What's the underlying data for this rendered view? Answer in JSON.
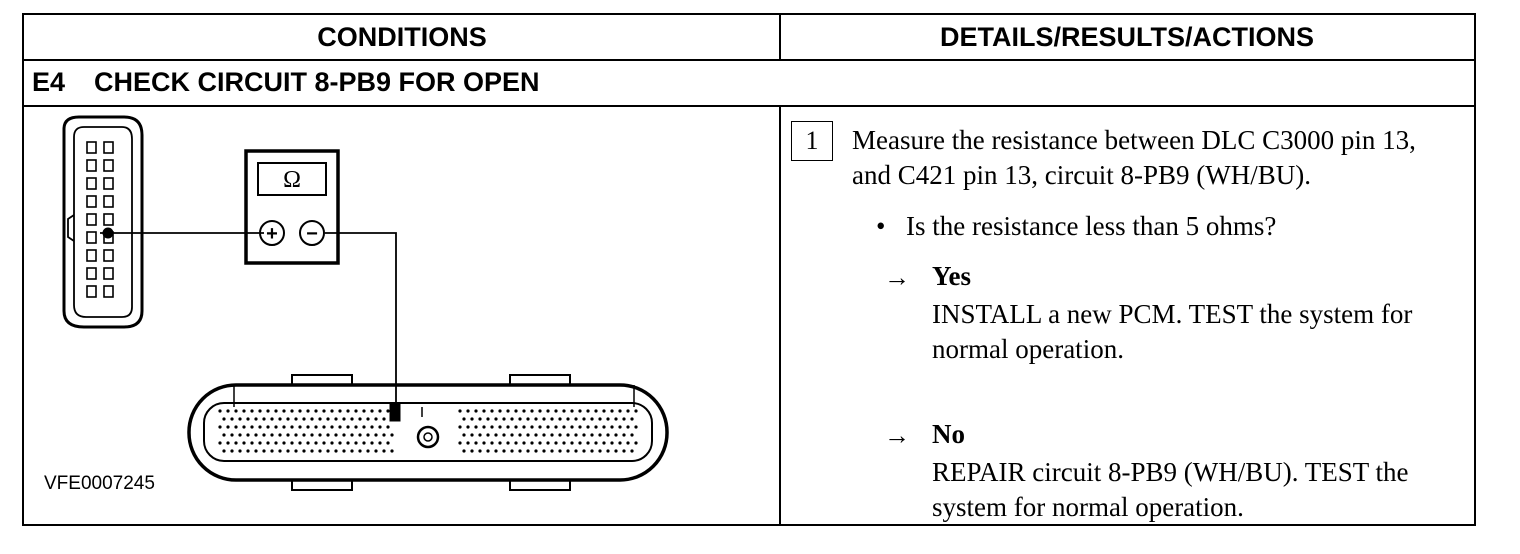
{
  "table": {
    "headers": {
      "conditions": "CONDITIONS",
      "details": "DETAILS/RESULTS/ACTIONS"
    },
    "step": {
      "code": "E4",
      "title": "CHECK CIRCUIT 8-PB9 FOR OPEN"
    }
  },
  "diagram": {
    "meter_symbol": "Ω",
    "plus_symbol": "+",
    "minus_symbol": "−",
    "figure_id": "VFE0007245",
    "icons": [
      "dlc-connector-icon",
      "multimeter-icon",
      "pcm-connector-icon"
    ]
  },
  "details": {
    "step_number": "1",
    "instruction": "Measure the resistance between DLC C3000 pin 13, and C421 pin 13, circuit 8-PB9 (WH/BU).",
    "question": "Is the resistance less than 5 ohms?",
    "bullet": "•",
    "arrow": "→",
    "yes": {
      "label": "Yes",
      "action": "INSTALL a new PCM. TEST the system for normal operation."
    },
    "no": {
      "label": "No",
      "action": "REPAIR circuit 8-PB9 (WH/BU). TEST the system for normal operation."
    }
  }
}
